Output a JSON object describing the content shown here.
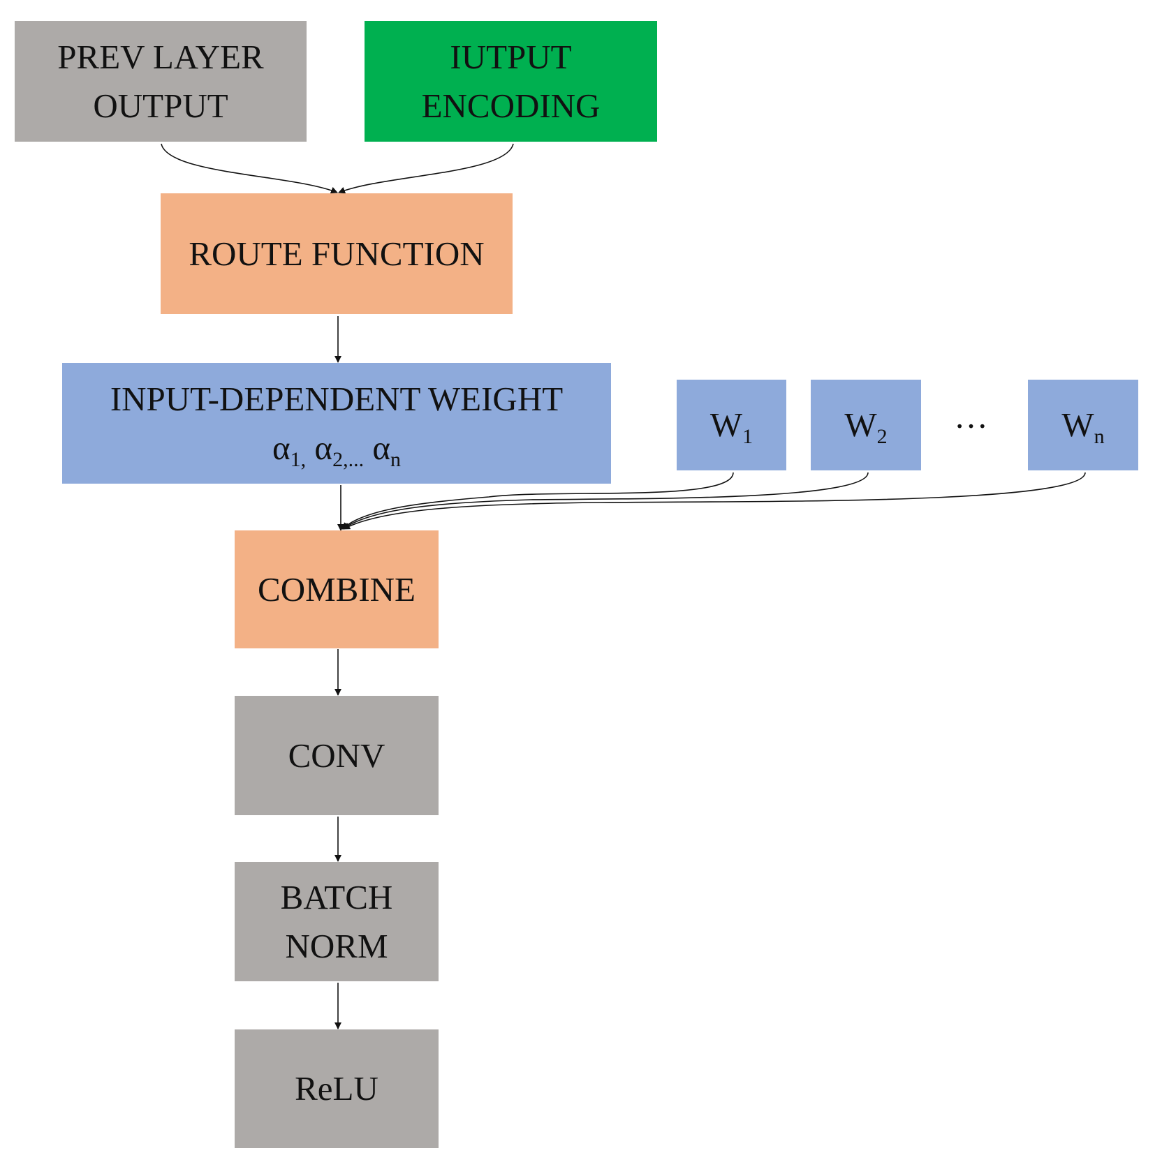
{
  "diagram": {
    "colors": {
      "gray": "#adaaa8",
      "green": "#00b050",
      "orange": "#f3b186",
      "blue": "#8eaadb",
      "arrow": "#111111"
    },
    "prev_layer": {
      "line1": "PREV LAYER",
      "line2": "OUTPUT"
    },
    "output_encoding": {
      "line1": "IUTPUT",
      "line2": "ENCODING"
    },
    "route_function": {
      "label": "ROUTE FUNCTION"
    },
    "input_dependent_weight": {
      "label": "INPUT-DEPENDENT WEIGHT",
      "alphas": [
        {
          "symbol": "α",
          "sub": "1,"
        },
        {
          "symbol": "α",
          "sub": "2,..."
        },
        {
          "symbol": "α",
          "sub": "n"
        }
      ]
    },
    "weights": [
      {
        "symbol": "W",
        "sub": "1"
      },
      {
        "symbol": "W",
        "sub": "2"
      },
      {
        "symbol": "W",
        "sub": "n"
      }
    ],
    "ellipsis": "···",
    "combine": {
      "label": "COMBINE"
    },
    "conv": {
      "label": "CONV"
    },
    "batch_norm": {
      "line1": "BATCH",
      "line2": "NORM"
    },
    "relu": {
      "label": "ReLU"
    }
  }
}
